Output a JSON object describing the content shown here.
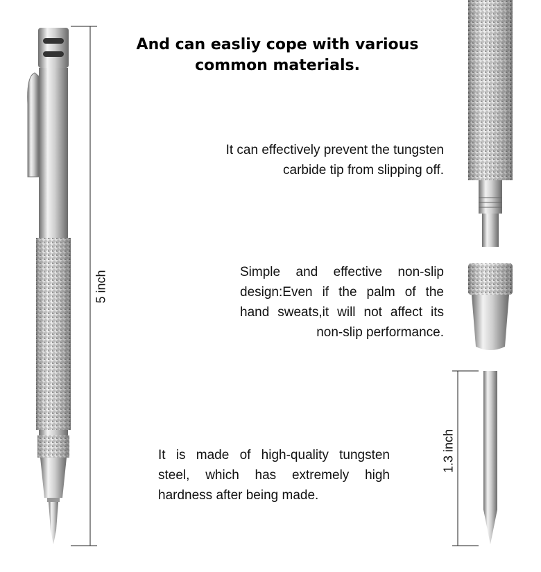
{
  "headline": [
    "And can easliy cope with various",
    "common materials."
  ],
  "features": {
    "tip_protection": [
      "It can effectively prevent the tungsten",
      "carbide tip from slipping off."
    ],
    "non_slip": [
      "Simple and effective non-slip",
      "design:Even if the palm of the",
      "hand sweats,it will not affect its",
      "non-slip performance."
    ],
    "material": [
      "It is made of  high-quality tungsten",
      "steel, which has extremely high",
      "hardness after being made."
    ]
  },
  "dimensions": {
    "total_length": "5 inch",
    "tip_length": "1.3 inch"
  },
  "colors": {
    "metal_light": "#e6e6e6",
    "metal_dark": "#7a7a7a",
    "text": "#111111"
  }
}
